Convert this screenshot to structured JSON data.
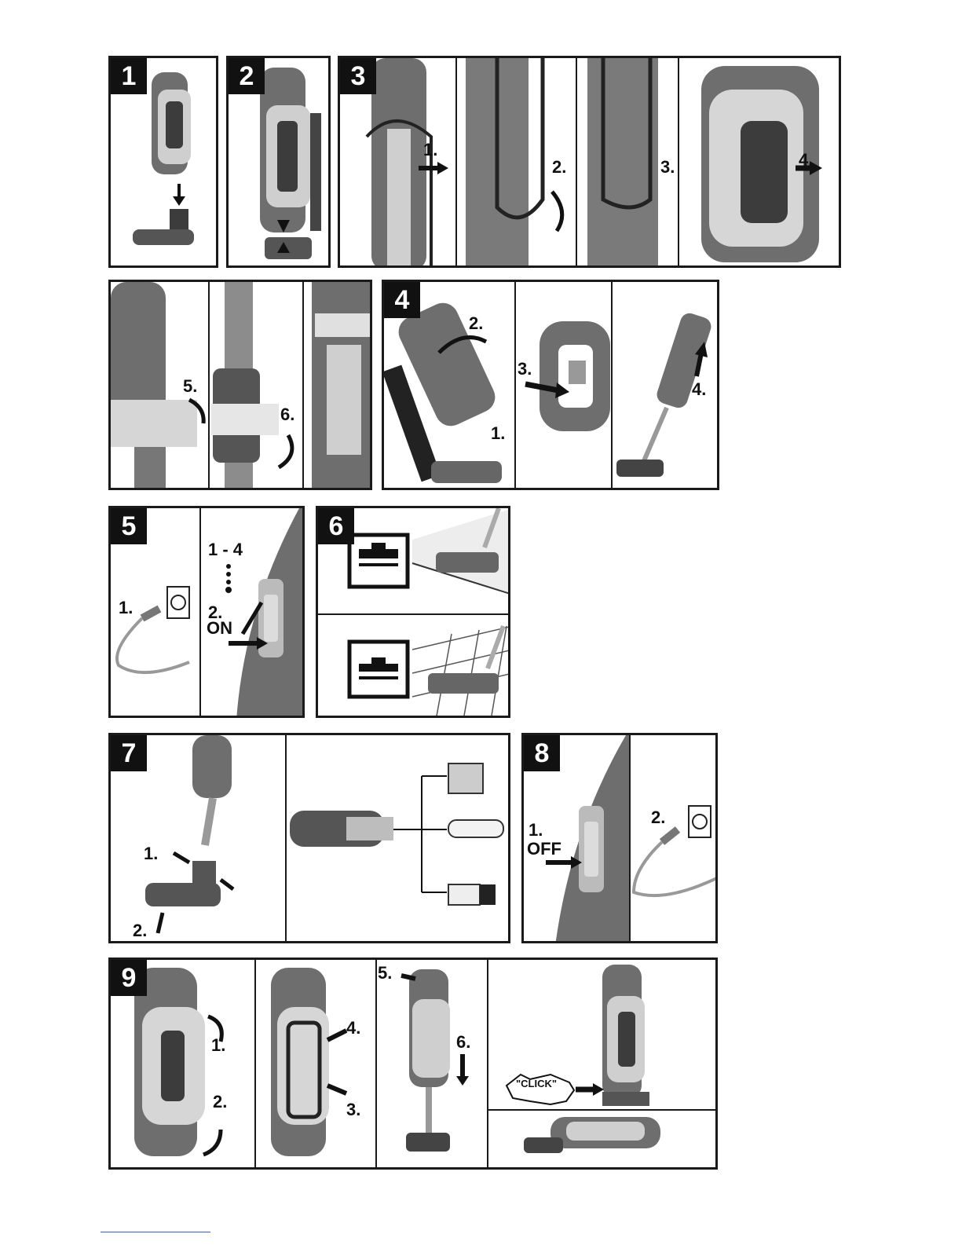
{
  "steps": {
    "s1": {
      "num": "1"
    },
    "s2": {
      "num": "2"
    },
    "s3": {
      "num": "3",
      "l1": "1.",
      "l2": "2.",
      "l3": "3.",
      "l4": "4."
    },
    "s3b": {
      "l5": "5.",
      "l6": "6."
    },
    "s4": {
      "num": "4",
      "l1": "1.",
      "l2": "2.",
      "l3": "3.",
      "l4": "4."
    },
    "s5": {
      "num": "5",
      "l1": "1.",
      "range": "1 - 4",
      "l2": "2.",
      "on": "ON"
    },
    "s6": {
      "num": "6"
    },
    "s7": {
      "num": "7",
      "l1": "1.",
      "l2": "2."
    },
    "s8": {
      "num": "8",
      "l1": "1.",
      "off": "OFF",
      "l2": "2."
    },
    "s9": {
      "num": "9",
      "l1": "1.",
      "l2": "2.",
      "l3": "3.",
      "l4": "4.",
      "l5": "5.",
      "l6": "6.",
      "click": "\"CLICK\""
    }
  },
  "colors": {
    "body": "#6e6e6e",
    "dark": "#3c3c3c",
    "light": "#cfcfcf",
    "line": "#1a1a1a"
  }
}
